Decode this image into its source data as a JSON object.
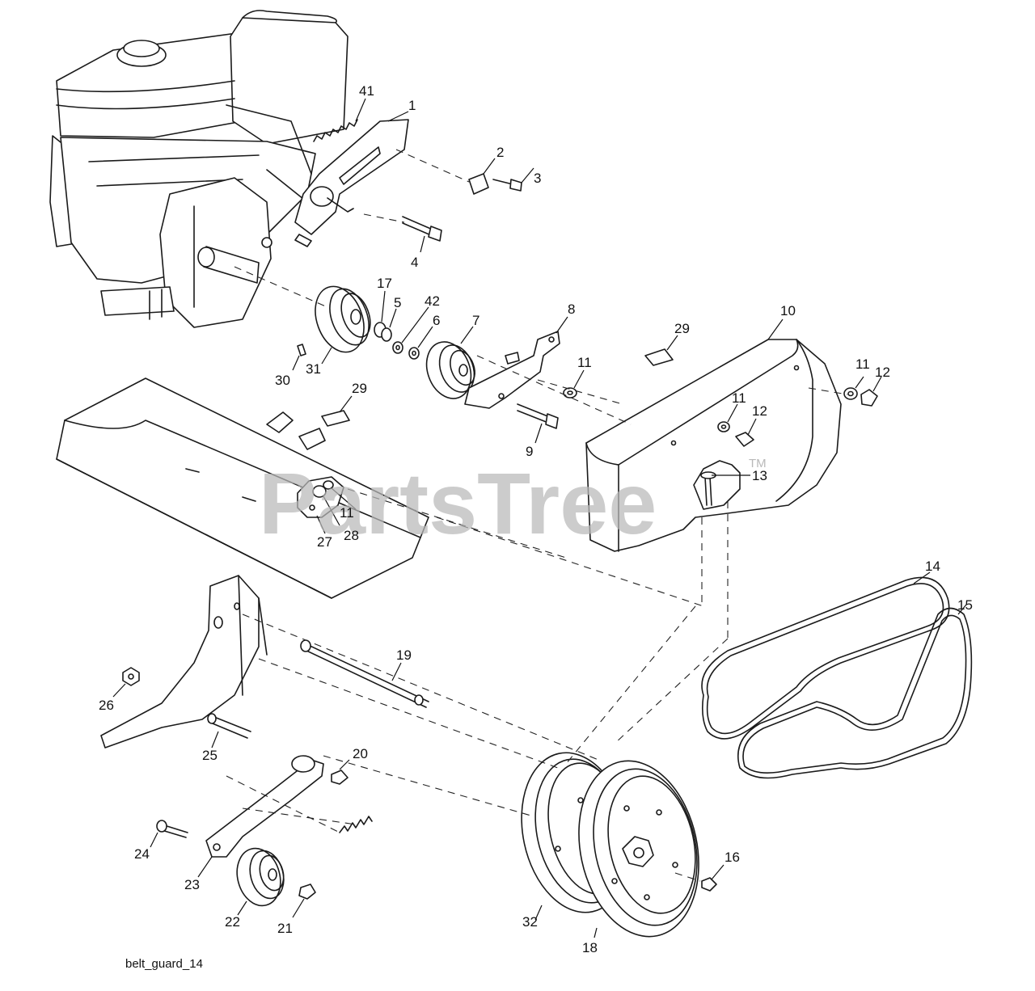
{
  "watermark": {
    "text": "PartsTree",
    "tm": "TM"
  },
  "caption": "belt_guard_14",
  "callouts": {
    "c41": "41",
    "c1": "1",
    "c2": "2",
    "c3": "3",
    "c4": "4",
    "c17": "17",
    "c5": "5",
    "c42": "42",
    "c6": "6",
    "c7": "7",
    "c8": "8",
    "c10": "10",
    "c29a": "29",
    "c11a": "11",
    "c12a": "12",
    "c30": "30",
    "c31": "31",
    "c29b": "29",
    "c11b": "11",
    "c12b": "12",
    "c9": "9",
    "c13": "13",
    "c11c": "11",
    "c27": "27",
    "c28": "28",
    "c14": "14",
    "c15": "15",
    "c19": "19",
    "c26": "26",
    "c25": "25",
    "c20": "20",
    "c24": "24",
    "c23": "23",
    "c22": "22",
    "c21": "21",
    "c32": "32",
    "c18": "18",
    "c16": "16"
  }
}
